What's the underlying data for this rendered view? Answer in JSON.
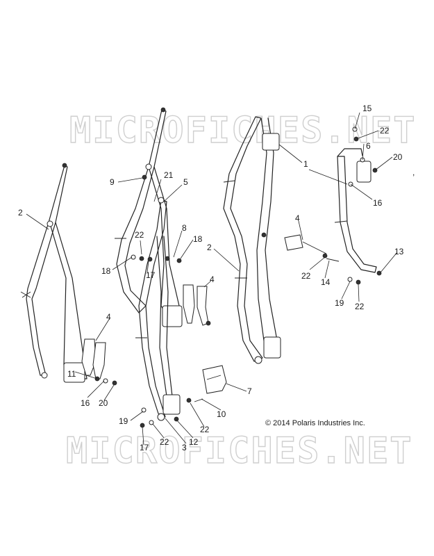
{
  "watermarks": [
    "MICROFICHES.NET",
    "MICROFICHES.NET"
  ],
  "copyright": "© 2014 Polaris Industries Inc.",
  "stray_mark": ",",
  "callouts": [
    "15",
    "22",
    "6",
    "20",
    "1",
    "16",
    "21",
    "5",
    "9",
    "2",
    "8",
    "18",
    "22",
    "17",
    "18",
    "4",
    "22",
    "14",
    "13",
    "19",
    "22",
    "2",
    "4",
    "4",
    "11",
    "16",
    "20",
    "7",
    "10",
    "19",
    "22",
    "12",
    "17",
    "22",
    "3"
  ]
}
